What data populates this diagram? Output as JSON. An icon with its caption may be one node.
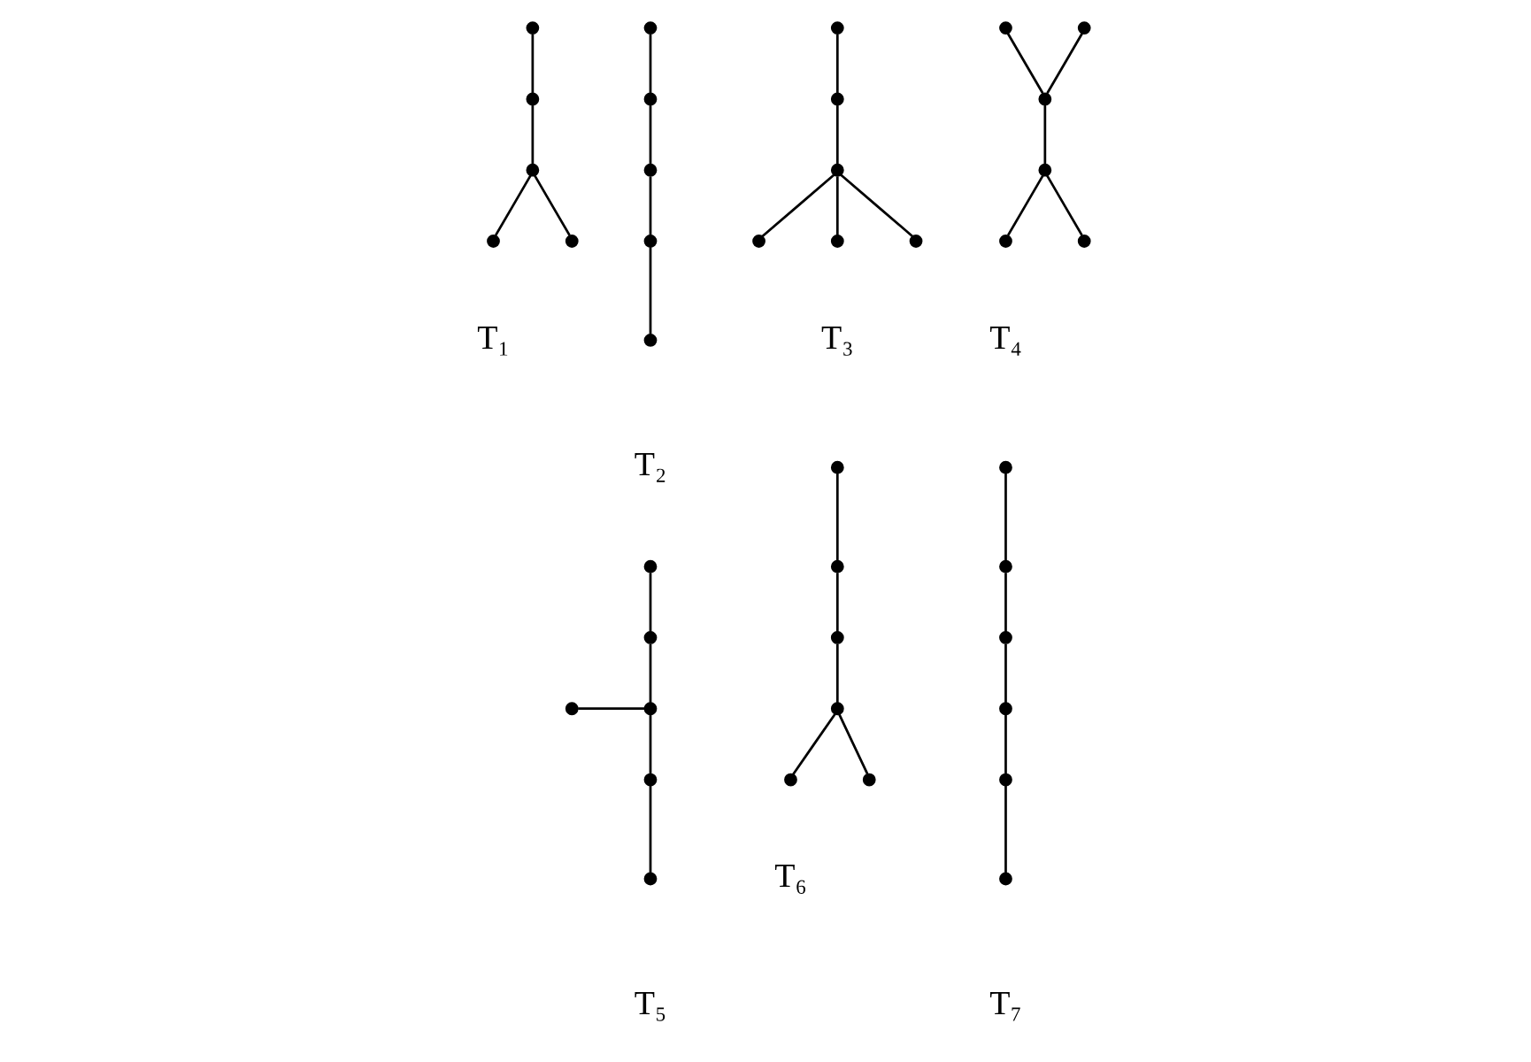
{
  "diagram": {
    "nodes": [
      {
        "text": [],
        "shape": "circle"
      },
      {
        "text": [],
        "shape": "circle"
      },
      {
        "text": [],
        "shape": "circle"
      },
      {
        "text": [],
        "shape": "circle"
      },
      {
        "text": [],
        "shape": "circle"
      },
      {
        "text": [],
        "shape": "circle"
      },
      {
        "text": [],
        "shape": "circle"
      },
      {
        "text": [],
        "shape": "circle"
      },
      {
        "text": [],
        "shape": "circle"
      },
      {
        "text": [],
        "shape": "circle"
      },
      {
        "text": [],
        "shape": "circle"
      },
      {
        "text": [],
        "shape": "circle"
      },
      {
        "text": [],
        "shape": "circle"
      },
      {
        "text": [],
        "shape": "circle"
      },
      {
        "text": [],
        "shape": "circle"
      },
      {
        "text": [],
        "shape": "circle"
      },
      {
        "text": [],
        "shape": "circle"
      },
      {
        "text": [],
        "shape": "circle"
      },
      {
        "text": [],
        "shape": "circle"
      },
      {
        "text": [],
        "shape": "circle"
      },
      {
        "text": [],
        "shape": "circle"
      },
      {
        "text": [],
        "shape": "circle"
      },
      {
        "text": [],
        "shape": "circle"
      },
      {
        "text": [],
        "shape": "circle"
      },
      {
        "text": [],
        "shape": "circle"
      },
      {
        "text": [],
        "shape": "circle"
      },
      {
        "text": [],
        "shape": "circle"
      },
      {
        "text": [],
        "shape": "circle"
      },
      {
        "text": [],
        "shape": "circle"
      },
      {
        "text": [],
        "shape": "circle"
      },
      {
        "text": [],
        "shape": "circle"
      },
      {
        "text": [],
        "shape": "circle"
      },
      {
        "text": [],
        "shape": "circle"
      },
      {
        "text": [],
        "shape": "circle"
      },
      {
        "text": [],
        "shape": "circle"
      },
      {
        "text": [],
        "shape": "circle"
      },
      {
        "text": [],
        "shape": "circle"
      },
      {
        "text": [],
        "shape": "circle"
      },
      {
        "text": [],
        "shape": "circle"
      },
      {
        "text": [],
        "shape": "circle"
      }
    ],
    "edges": [
      {
        "from": 0,
        "to": 1,
        "arrow": "none"
      },
      {
        "from": 1,
        "to": 2,
        "arrow": "none"
      },
      {
        "from": 2,
        "to": 3,
        "arrow": "none"
      },
      {
        "from": 2,
        "to": 4,
        "arrow": "none"
      },
      {
        "from": 5,
        "to": 6,
        "arrow": "none"
      },
      {
        "from": 6,
        "to": 7,
        "arrow": "none"
      },
      {
        "from": 7,
        "to": 8,
        "arrow": "none"
      },
      {
        "from": 8,
        "to": 9,
        "arrow": "none"
      },
      {
        "from": 10,
        "to": 11,
        "arrow": "none"
      },
      {
        "from": 11,
        "to": 12,
        "arrow": "none"
      },
      {
        "from": 12,
        "to": 13,
        "arrow": "none"
      },
      {
        "from": 12,
        "to": 14,
        "arrow": "none"
      },
      {
        "from": 12,
        "to": 15,
        "arrow": "none"
      },
      {
        "from": 16,
        "to": 18,
        "arrow": "none"
      },
      {
        "from": 17,
        "to": 18,
        "arrow": "none"
      },
      {
        "from": 18,
        "to": 19,
        "arrow": "none"
      },
      {
        "from": 19,
        "to": 20,
        "arrow": "none"
      },
      {
        "from": 19,
        "to": 21,
        "arrow": "none"
      },
      {
        "from": 22,
        "to": 23,
        "arrow": "none"
      },
      {
        "from": 23,
        "to": 25,
        "arrow": "none"
      },
      {
        "from": 24,
        "to": 25,
        "arrow": "none"
      },
      {
        "from": 25,
        "to": 26,
        "arrow": "none"
      },
      {
        "from": 26,
        "to": 27,
        "arrow": "none"
      },
      {
        "from": 28,
        "to": 29,
        "arrow": "none"
      },
      {
        "from": 29,
        "to": 30,
        "arrow": "none"
      },
      {
        "from": 30,
        "to": 31,
        "arrow": "none"
      },
      {
        "from": 31,
        "to": 32,
        "arrow": "none"
      },
      {
        "from": 31,
        "to": 33,
        "arrow": "none"
      },
      {
        "from": 34,
        "to": 35,
        "arrow": "none"
      },
      {
        "from": 35,
        "to": 36,
        "arrow": "none"
      },
      {
        "from": 36,
        "to": 37,
        "arrow": "none"
      },
      {
        "from": 37,
        "to": 38,
        "arrow": "none"
      },
      {
        "from": 38,
        "to": 39,
        "arrow": "none"
      }
    ],
    "labels": [
      "T₁",
      "T₂",
      "T₃",
      "T₄",
      "T₅",
      "T₆",
      "T₇"
    ]
  }
}
